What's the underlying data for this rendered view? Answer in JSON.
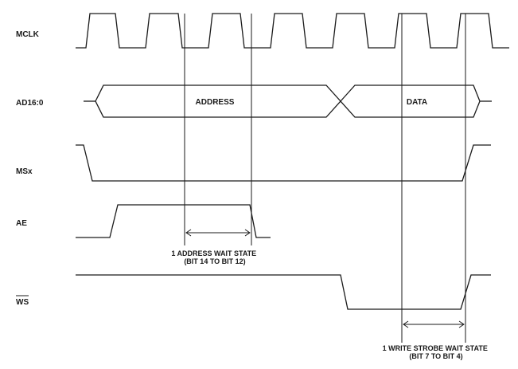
{
  "signals": {
    "mclk": "MCLK",
    "ad": "AD16:0",
    "ms": "MSx",
    "ae": "AE",
    "ws": "WS"
  },
  "bus": {
    "address": "ADDRESS",
    "data": "DATA"
  },
  "annotations": {
    "address_wait_line1": "1 ADDRESS WAIT STATE",
    "address_wait_line2": "(BIT 14 TO BIT 12)",
    "write_strobe_line1": "1 WRITE STROBE WAIT STATE",
    "write_strobe_line2": "(BIT 7 TO BIT 4)"
  },
  "ws_active_low": true
}
